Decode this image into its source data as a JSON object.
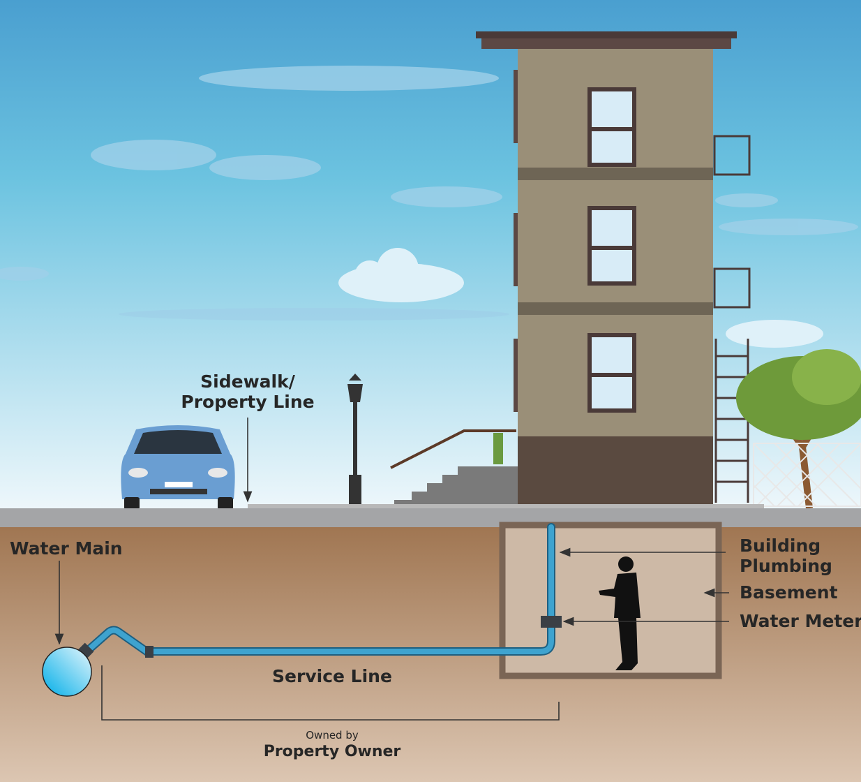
{
  "labels": {
    "sidewalk_line1": "Sidewalk/",
    "sidewalk_line2": "Property Line",
    "water_main": "Water Main",
    "building_plumbing_line1": "Building",
    "building_plumbing_line2": "Plumbing",
    "basement": "Basement",
    "water_meter": "Water Meter",
    "service_line": "Service Line",
    "owned_by": "Owned by",
    "property_owner": "Property Owner"
  },
  "colors": {
    "sky_top": "#4a9fd0",
    "sky_bottom": "#eaf5fa",
    "soil_top": "#a07652",
    "soil_bottom": "#dcc6b2",
    "pipe": "#3a9cc8",
    "building": "#9a8f78",
    "text": "#262626"
  }
}
